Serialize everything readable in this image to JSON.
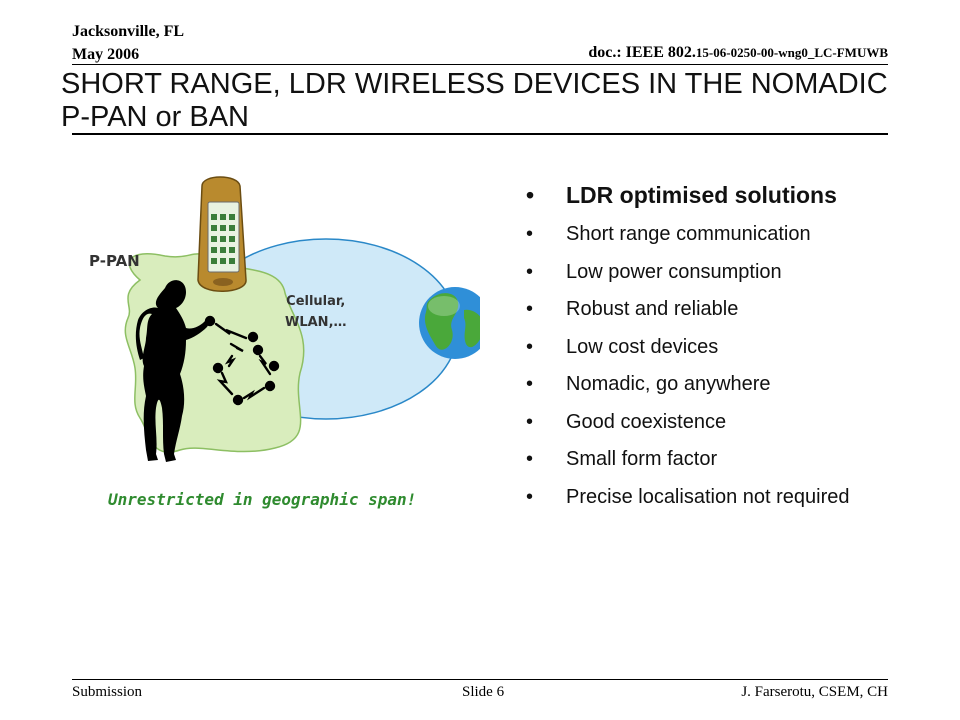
{
  "header": {
    "location": "Jacksonville, FL",
    "date": "May 2006",
    "doc_prefix": "doc.: IEEE 802.",
    "doc_id": "15-06-0250-00-wng0_LC-FMUWB"
  },
  "slide": {
    "title": "SHORT RANGE, LDR WIRELESS DEVICES IN THE NOMADIC P-PAN or BAN"
  },
  "figure": {
    "ppan_label": "P-PAN",
    "network_label_line1": "Cellular,",
    "network_label_line2": "WLAN,…",
    "caption": "Unrestricted in geographic span!"
  },
  "bullets": {
    "lead": "LDR optimised solutions",
    "items": [
      "Short range communication",
      "Low power consumption",
      "Robust and reliable",
      "Low cost devices",
      "Nomadic, go anywhere",
      "Good coexistence",
      "Small form factor",
      "Precise localisation not required"
    ]
  },
  "footer": {
    "left": "Submission",
    "center": "Slide 6",
    "right": "J. Farserotu, CSEM, CH"
  },
  "colors": {
    "ellipse_fill": "#cfe9f8",
    "blob_fill": "#d9edbd",
    "caption": "#2f8b2f"
  }
}
